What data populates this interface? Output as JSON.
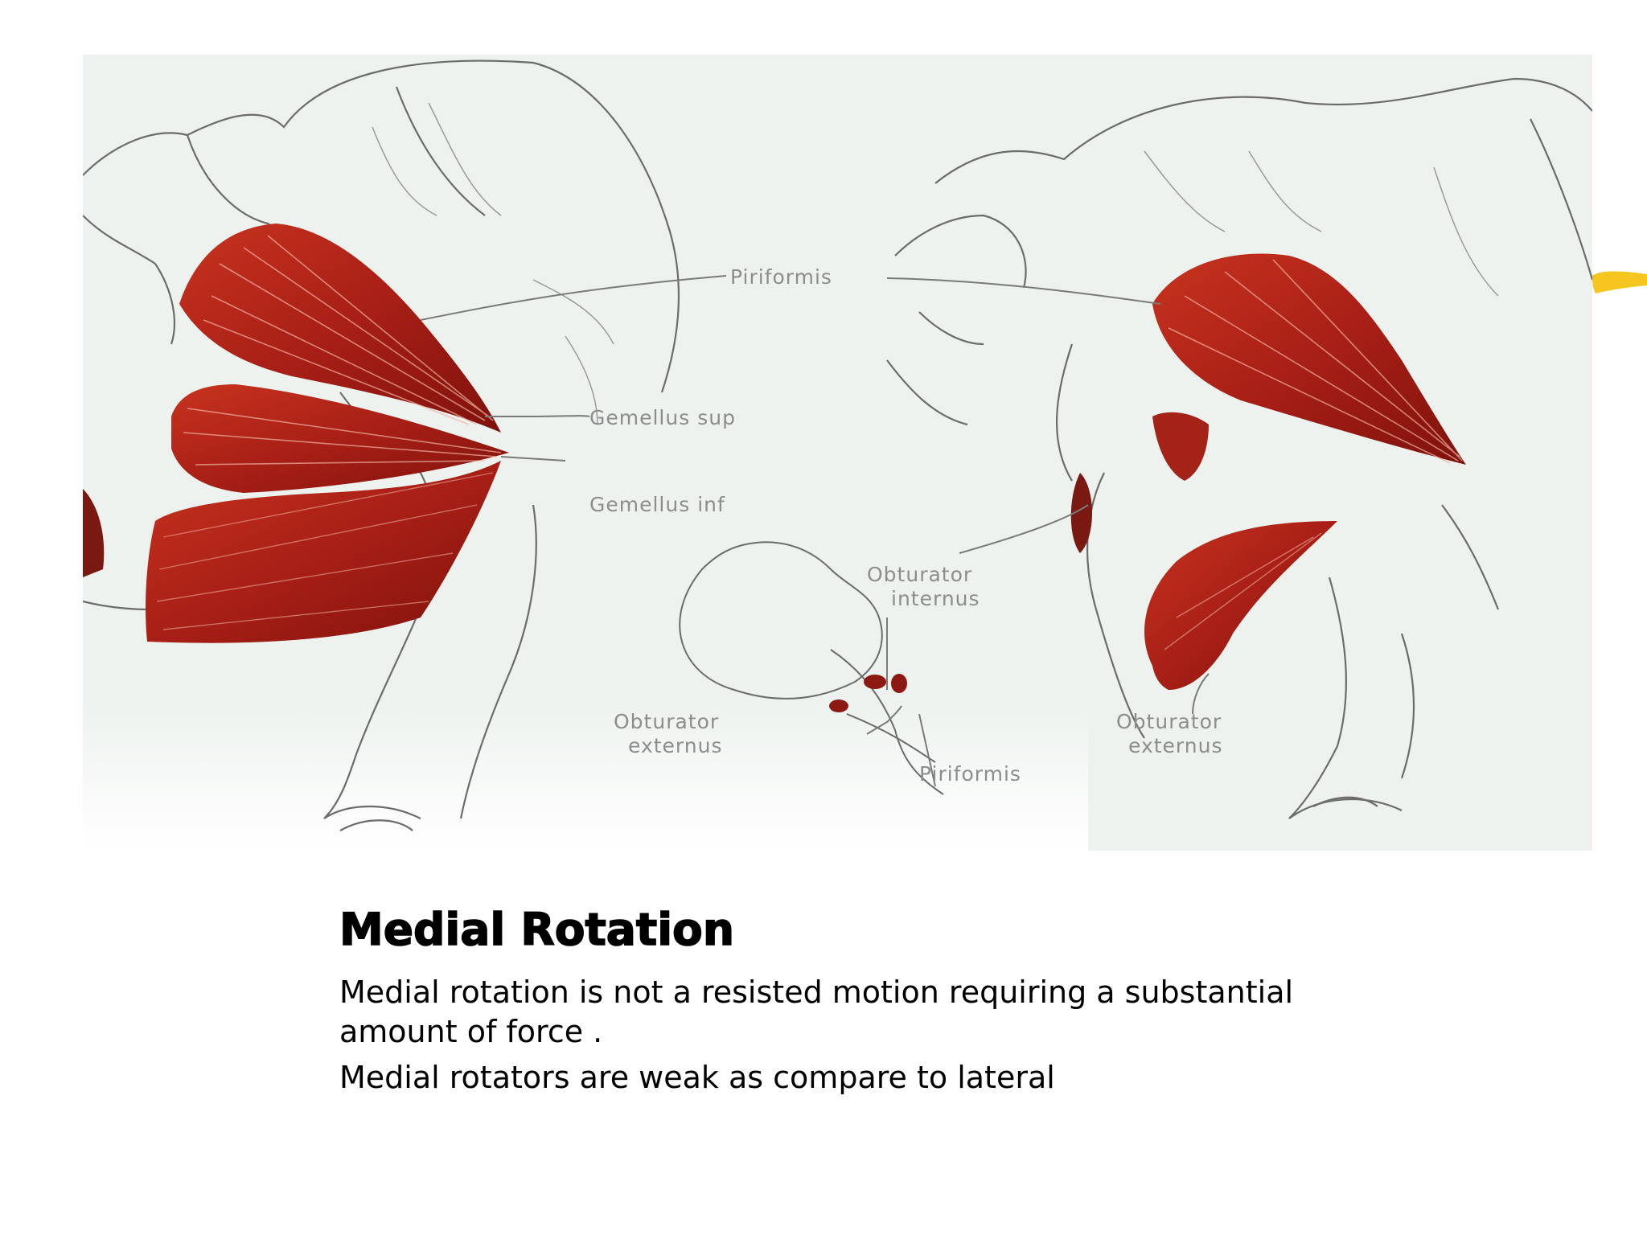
{
  "slide": {
    "title": "Medial Rotation",
    "bullets": [
      "Medial rotation is not a resisted motion requiring a substantial amount of force .",
      "Medial rotators are weak as compare to lateral"
    ]
  },
  "figure": {
    "labels": {
      "piriformis_top": "Piriformis",
      "gemellus_sup": "Gemellus sup",
      "gemellus_inf": "Gemellus inf",
      "obturator_internus": [
        "Obturator",
        "internus"
      ],
      "obturator_externus_left": [
        "Obturator",
        "externus"
      ],
      "piriformis_bottom": "Piriformis",
      "obturator_externus_right": [
        "Obturator",
        "externus"
      ]
    }
  },
  "colors": {
    "muscle": "#b8261a",
    "accent": "#f5c520",
    "figure_background": "#edf2ee"
  }
}
